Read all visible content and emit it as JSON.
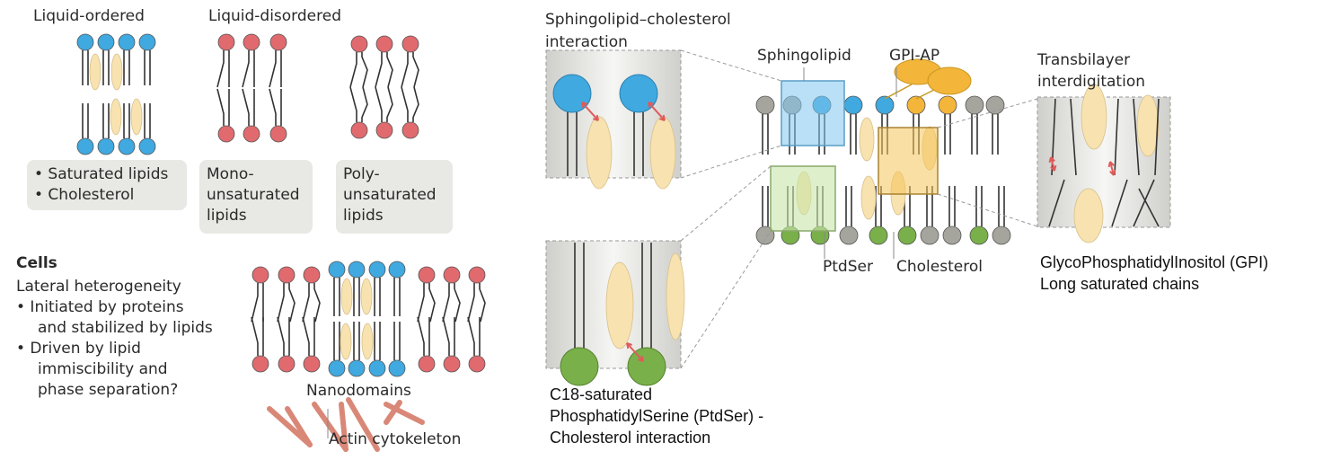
{
  "colors": {
    "saturated_head": "#3fa9e0",
    "unsaturated_head": "#e06a6e",
    "gpi_head": "#f3b53a",
    "neutral_head": "#a5a59d",
    "ptdser_head": "#79b04a",
    "cholesterol": "#f7e2b0",
    "sphingolipid_box": "#7fc6ee",
    "ptdser_box": "#c8e6a8",
    "gpi_box": "#f5c55a",
    "actin": "#d98878",
    "interaction_arrow": "#e05a5a",
    "label_box": "#e8e8e4"
  },
  "model": {
    "liquid_ordered": "Liquid-ordered",
    "liquid_disordered": "Liquid-disordered",
    "box1": [
      "• Saturated lipids",
      "• Cholesterol"
    ],
    "box2": [
      "Mono-",
      "unsaturated",
      "lipids"
    ],
    "box3": [
      "Poly-",
      "unsaturated",
      "lipids"
    ]
  },
  "cells": {
    "title": "Cells",
    "lines": [
      "Lateral heterogeneity",
      "• Initiated by proteins",
      "  and stabilized by lipids",
      "• Driven by lipid",
      "  immiscibility and",
      "  phase separation?"
    ],
    "nanodomains": "Nanodomains",
    "actin": "Actin cytokeleton"
  },
  "interactions": {
    "sphingo_chol": [
      "Sphingolipid–cholesterol",
      "interaction"
    ],
    "sphingolipid": "Sphingolipid",
    "gpi_ap": "GPI-AP",
    "transbilayer": [
      "Transbilayer",
      "interdigitation"
    ],
    "ptdser": "PtdSer",
    "cholesterol": "Cholesterol",
    "gpi_caption": [
      "GlycoPhosphatidylInositol (GPI)",
      "Long saturated chains"
    ],
    "ptdser_caption": [
      "C18-saturated",
      "PhosphatidylSerine (PtdSer) -",
      "Cholesterol interaction"
    ]
  }
}
